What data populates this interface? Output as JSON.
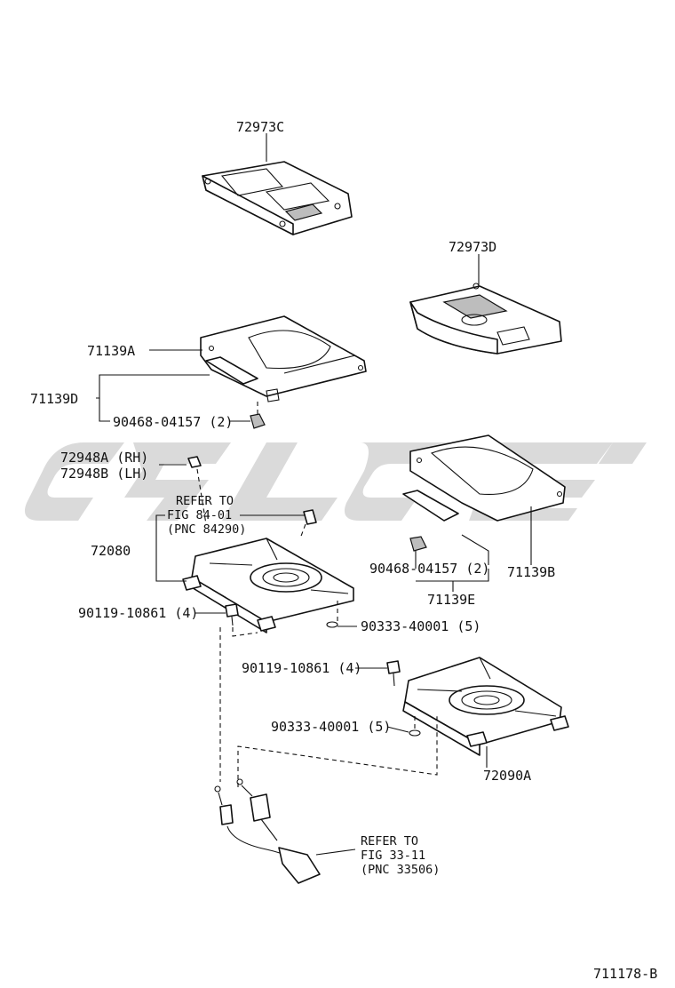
{
  "watermark_color": "#d3d3d3",
  "labels": {
    "p72973C": "72973C",
    "p72973D": "72973D",
    "p71139A": "71139A",
    "p71139D": "71139D",
    "p90468_top": "90468-04157 (2)",
    "p72948A": "72948A (RH)",
    "p72948B": "72948B (LH)",
    "refer1_l1": "REFER TO",
    "refer1_l2": "FIG 84-01",
    "refer1_l3": "(PNC 84290)",
    "p72080": "72080",
    "p90119_left": "90119-10861 (4)",
    "p90333_left": "90333-40001 (5)",
    "p90468_right": "90468-04157 (2)",
    "p71139B": "71139B",
    "p71139E": "71139E",
    "p90119_right": "90119-10861 (4)",
    "p90333_right": "90333-40001 (5)",
    "p72090A": "72090A",
    "refer2_l1": "REFER TO",
    "refer2_l2": "FIG 33-11",
    "refer2_l3": "(PNC 33506)",
    "figure_id": "711178-B"
  }
}
